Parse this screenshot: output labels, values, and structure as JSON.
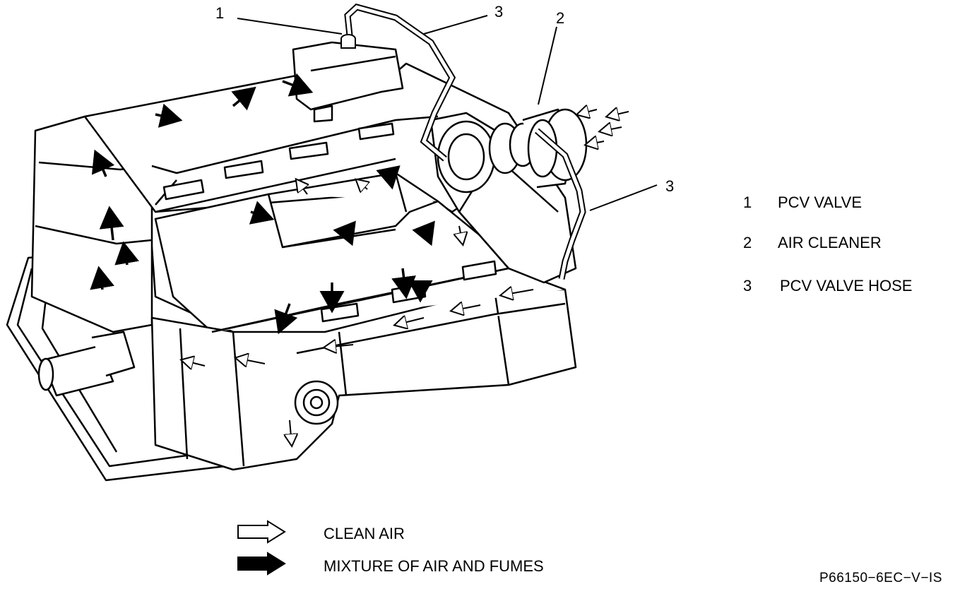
{
  "callouts": [
    {
      "number": "1"
    },
    {
      "number": "3"
    },
    {
      "number": "2"
    },
    {
      "number": "3"
    }
  ],
  "parts_legend": [
    {
      "number": "1",
      "label": "PCV  VALVE"
    },
    {
      "number": "2",
      "label": "AIR CLEANER"
    },
    {
      "number": "3",
      "label": "PCV VALVE HOSE"
    }
  ],
  "arrow_key": [
    {
      "label": "CLEAN AIR",
      "style": "hollow"
    },
    {
      "label": "MIXTURE OF AIR AND FUMES",
      "style": "solid"
    }
  ],
  "figure_id": "P66150−6EC−V−IS",
  "colors": {
    "ink": "#000000",
    "paper": "#ffffff"
  }
}
